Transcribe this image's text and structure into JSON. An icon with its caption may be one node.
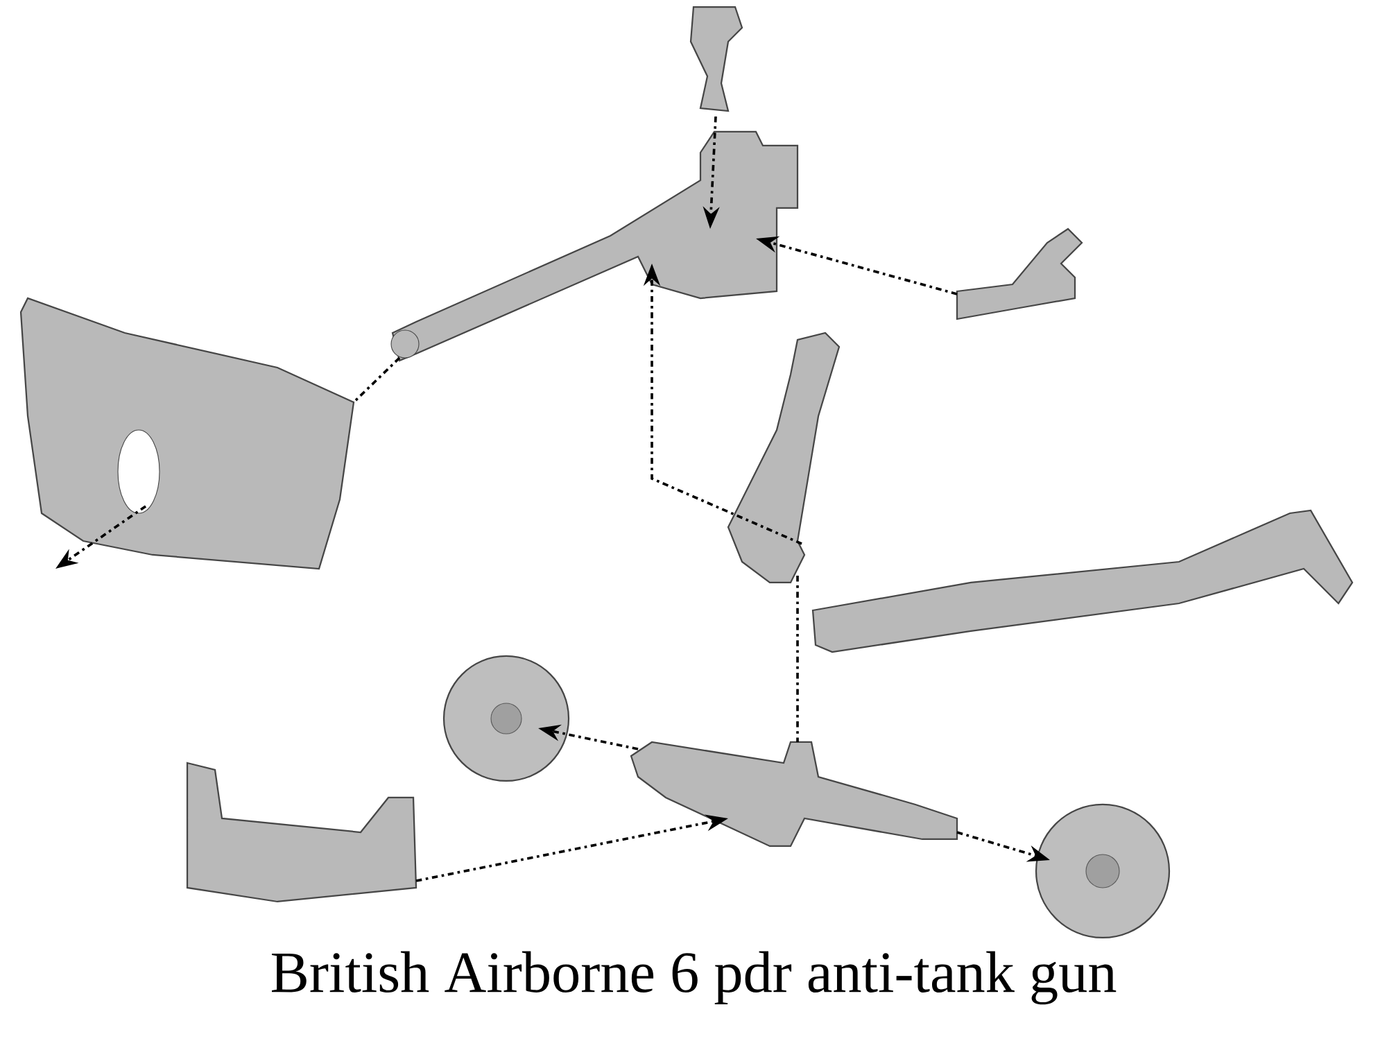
{
  "diagram": {
    "title": "British Airborne 6 pdr anti-tank gun",
    "nodes": [
      {
        "text": [],
        "shape": "picture"
      },
      {
        "text": [],
        "shape": "picture"
      },
      {
        "text": [],
        "shape": "picture"
      },
      {
        "text": [],
        "shape": "picture"
      },
      {
        "text": [],
        "shape": "picture"
      },
      {
        "text": [],
        "shape": "picture"
      },
      {
        "text": [],
        "shape": "picture"
      },
      {
        "text": [],
        "shape": "picture"
      },
      {
        "text": [],
        "shape": "picture"
      },
      {
        "text": [],
        "shape": "picture"
      }
    ],
    "edges": [
      {
        "from": 0,
        "to": 1,
        "arrow": "to"
      },
      {
        "from": 2,
        "to": 1,
        "arrow": "to"
      },
      {
        "from": 1,
        "to": 3,
        "arrow": "none"
      },
      {
        "from": 3,
        "to": null,
        "arrow": "to"
      },
      {
        "from": 4,
        "to": 1,
        "arrow": "to"
      },
      {
        "from": 4,
        "to": 7,
        "arrow": "none"
      },
      {
        "from": 7,
        "to": 6,
        "arrow": "to"
      },
      {
        "from": 8,
        "to": 7,
        "arrow": "to"
      },
      {
        "from": 7,
        "to": 9,
        "arrow": "to"
      }
    ]
  }
}
